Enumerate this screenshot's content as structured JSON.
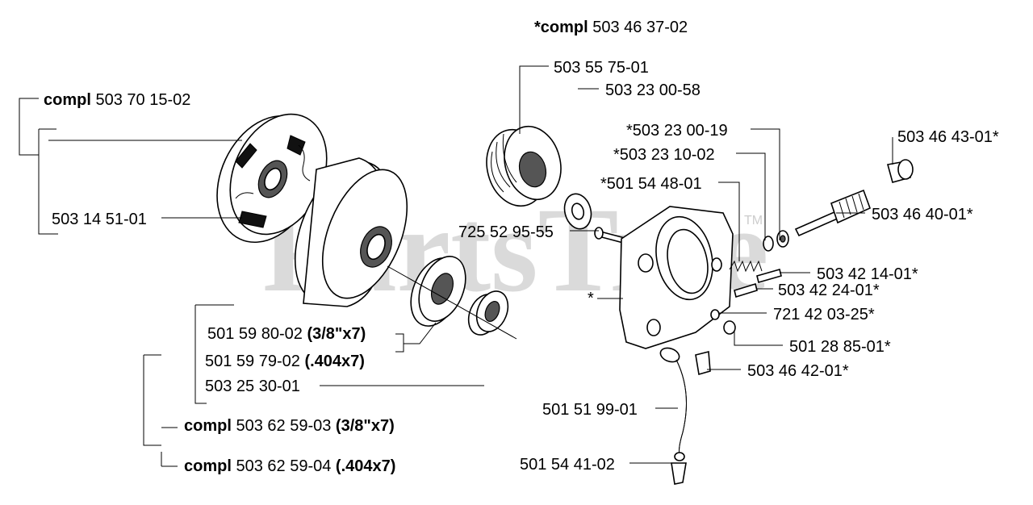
{
  "watermark": {
    "text": "PartsTree",
    "trademark": "TM"
  },
  "labels": {
    "compl_503_46_37_02": {
      "prefix": "*compl",
      "number": "503 46 37-02"
    },
    "compl_503_70_15_02": {
      "prefix": "compl",
      "number": "503 70 15-02"
    },
    "p_503_14_51_01": "503 14 51-01",
    "p_501_59_80_02": {
      "number": "501 59 80-02",
      "suffix": "(3/8\"x7)"
    },
    "p_501_59_79_02": {
      "number": "501 59 79-02",
      "suffix": "(.404x7)"
    },
    "p_503_25_30_01": "503 25 30-01",
    "compl_503_62_59_03": {
      "prefix": "compl",
      "number": "503 62 59-03",
      "suffix": "(3/8\"x7)"
    },
    "compl_503_62_59_04": {
      "prefix": "compl",
      "number": "503 62 59-04",
      "suffix": "(.404x7)"
    },
    "p_503_55_75_01": "503 55 75-01",
    "p_503_23_00_58": "503 23 00-58",
    "p_503_23_00_19": "*503 23 00-19",
    "p_503_23_10_02": "*503 23 10-02",
    "p_501_54_48_01": "*501 54 48-01",
    "p_503_46_43_01": "503 46 43-01*",
    "p_503_46_40_01": "503 46 40-01*",
    "p_725_52_95_55": "725 52 95-55",
    "p_503_42_14_01": "503 42 14-01*",
    "p_503_42_24_01": "503 42 24-01*",
    "asterisk": "*",
    "p_721_42_03_25": "721 42 03-25*",
    "p_501_28_85_01": "501 28 85-01*",
    "p_503_46_42_01": "503 46 42-01*",
    "p_501_51_99_01": "501 51 99-01",
    "p_501_54_41_02": "501 54 41-02"
  }
}
